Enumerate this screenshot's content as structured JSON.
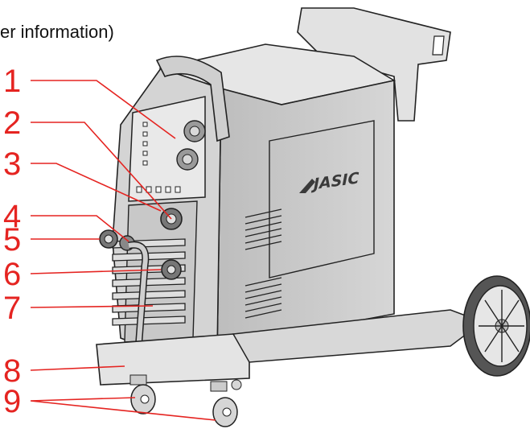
{
  "caption": "er information)",
  "brand": "JASIC",
  "callouts": [
    {
      "label": "1",
      "target": "control-panel"
    },
    {
      "label": "2",
      "target": "euro-torch-connector"
    },
    {
      "label": "3",
      "target": "polarity-lead"
    },
    {
      "label": "4",
      "target": "dinse-socket-upper"
    },
    {
      "label": "5",
      "target": "dinse-socket-left"
    },
    {
      "label": "6",
      "target": "dinse-socket-lower"
    },
    {
      "label": "7",
      "target": "ventilation-louvres"
    },
    {
      "label": "8",
      "target": "undercarriage-tray"
    },
    {
      "label": "9",
      "target": "castor-wheels"
    }
  ],
  "colors": {
    "callout": "#e52421",
    "line_art": "#222222",
    "body": "#dcdcdc"
  }
}
